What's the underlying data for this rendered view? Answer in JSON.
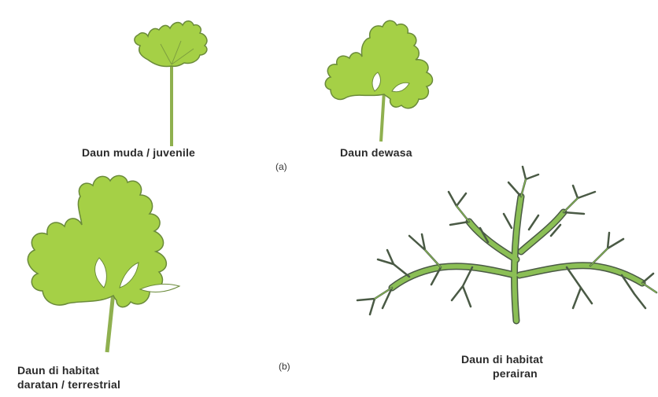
{
  "figure": {
    "panels": {
      "a": {
        "label": "(a)",
        "young_leaf_caption": "Daun muda / juvenile",
        "mature_leaf_caption": "Daun dewasa"
      },
      "b": {
        "label": "(b)",
        "terrestrial_caption_line1": "Daun di habitat",
        "terrestrial_caption_line2": "daratan / terrestrial",
        "aquatic_caption_line1": "Daun di habitat",
        "aquatic_caption_line2": "perairan"
      }
    },
    "colors": {
      "leaf_fill": "#a5d046",
      "leaf_outline": "#6a8a3a",
      "stem": "#7fa64a",
      "aquatic_leaf": "#8bbf55",
      "aquatic_outline": "#4a5a45"
    }
  }
}
